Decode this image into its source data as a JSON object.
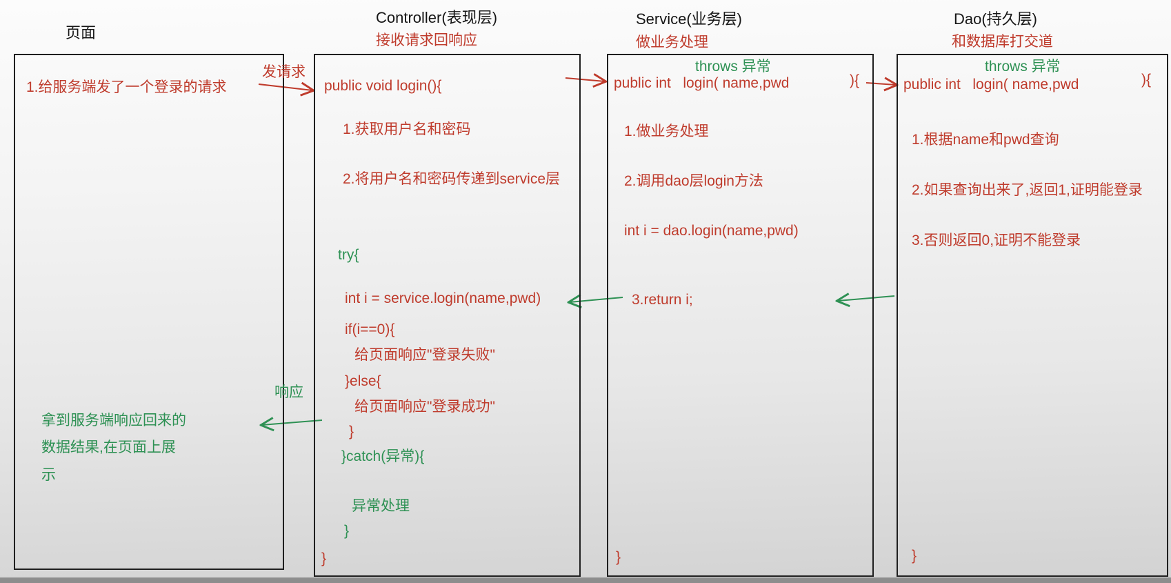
{
  "colors": {
    "red": "#bf3b2c",
    "green": "#2e9154",
    "black": "#161616"
  },
  "columns": {
    "page": {
      "title": "页面",
      "request_note": "1.给服务端发了一个登录的请求",
      "response_lines": [
        "拿到服务端响应回来的",
        "数据结果,在页面上展",
        "示"
      ]
    },
    "controller": {
      "title": "Controller(表现层)",
      "subtitle": "接收请求回响应",
      "code": {
        "signature": "public void login(){",
        "step1": "1.获取用户名和密码",
        "step2": "2.将用户名和密码传递到service层",
        "try_open": "try{",
        "service_call": "int i = service.login(name,pwd)",
        "if_open": "if(i==0){",
        "fail_line": "给页面响应\"登录失败\"",
        "else_line": "}else{",
        "success_line": "给页面响应\"登录成功\"",
        "if_close": "}",
        "catch_open": "}catch(异常){",
        "catch_body": "异常处理",
        "catch_close": "}",
        "method_close": "}"
      }
    },
    "service": {
      "title": "Service(业务层)",
      "subtitle": "做业务处理",
      "throws_label": "throws 异常",
      "code": {
        "signature": "public int   login( name,pwd",
        "signature_close": "){",
        "step1": "1.做业务处理",
        "step2": "2.调用dao层login方法",
        "dao_call": "int i = dao.login(name,pwd)",
        "return_line": "3.return i;",
        "method_close": "}"
      }
    },
    "dao": {
      "title": "Dao(持久层)",
      "subtitle": "和数据库打交道",
      "throws_label": "throws 异常",
      "code": {
        "signature": "public int   login( name,pwd",
        "signature_close": "){",
        "step1": "1.根据name和pwd查询",
        "step2": "2.如果查询出来了,返回1,证明能登录",
        "step3": "3.否则返回0,证明不能登录",
        "method_close": "}"
      }
    }
  },
  "arrows": {
    "request_label": "发请求",
    "response_label": "响应"
  }
}
